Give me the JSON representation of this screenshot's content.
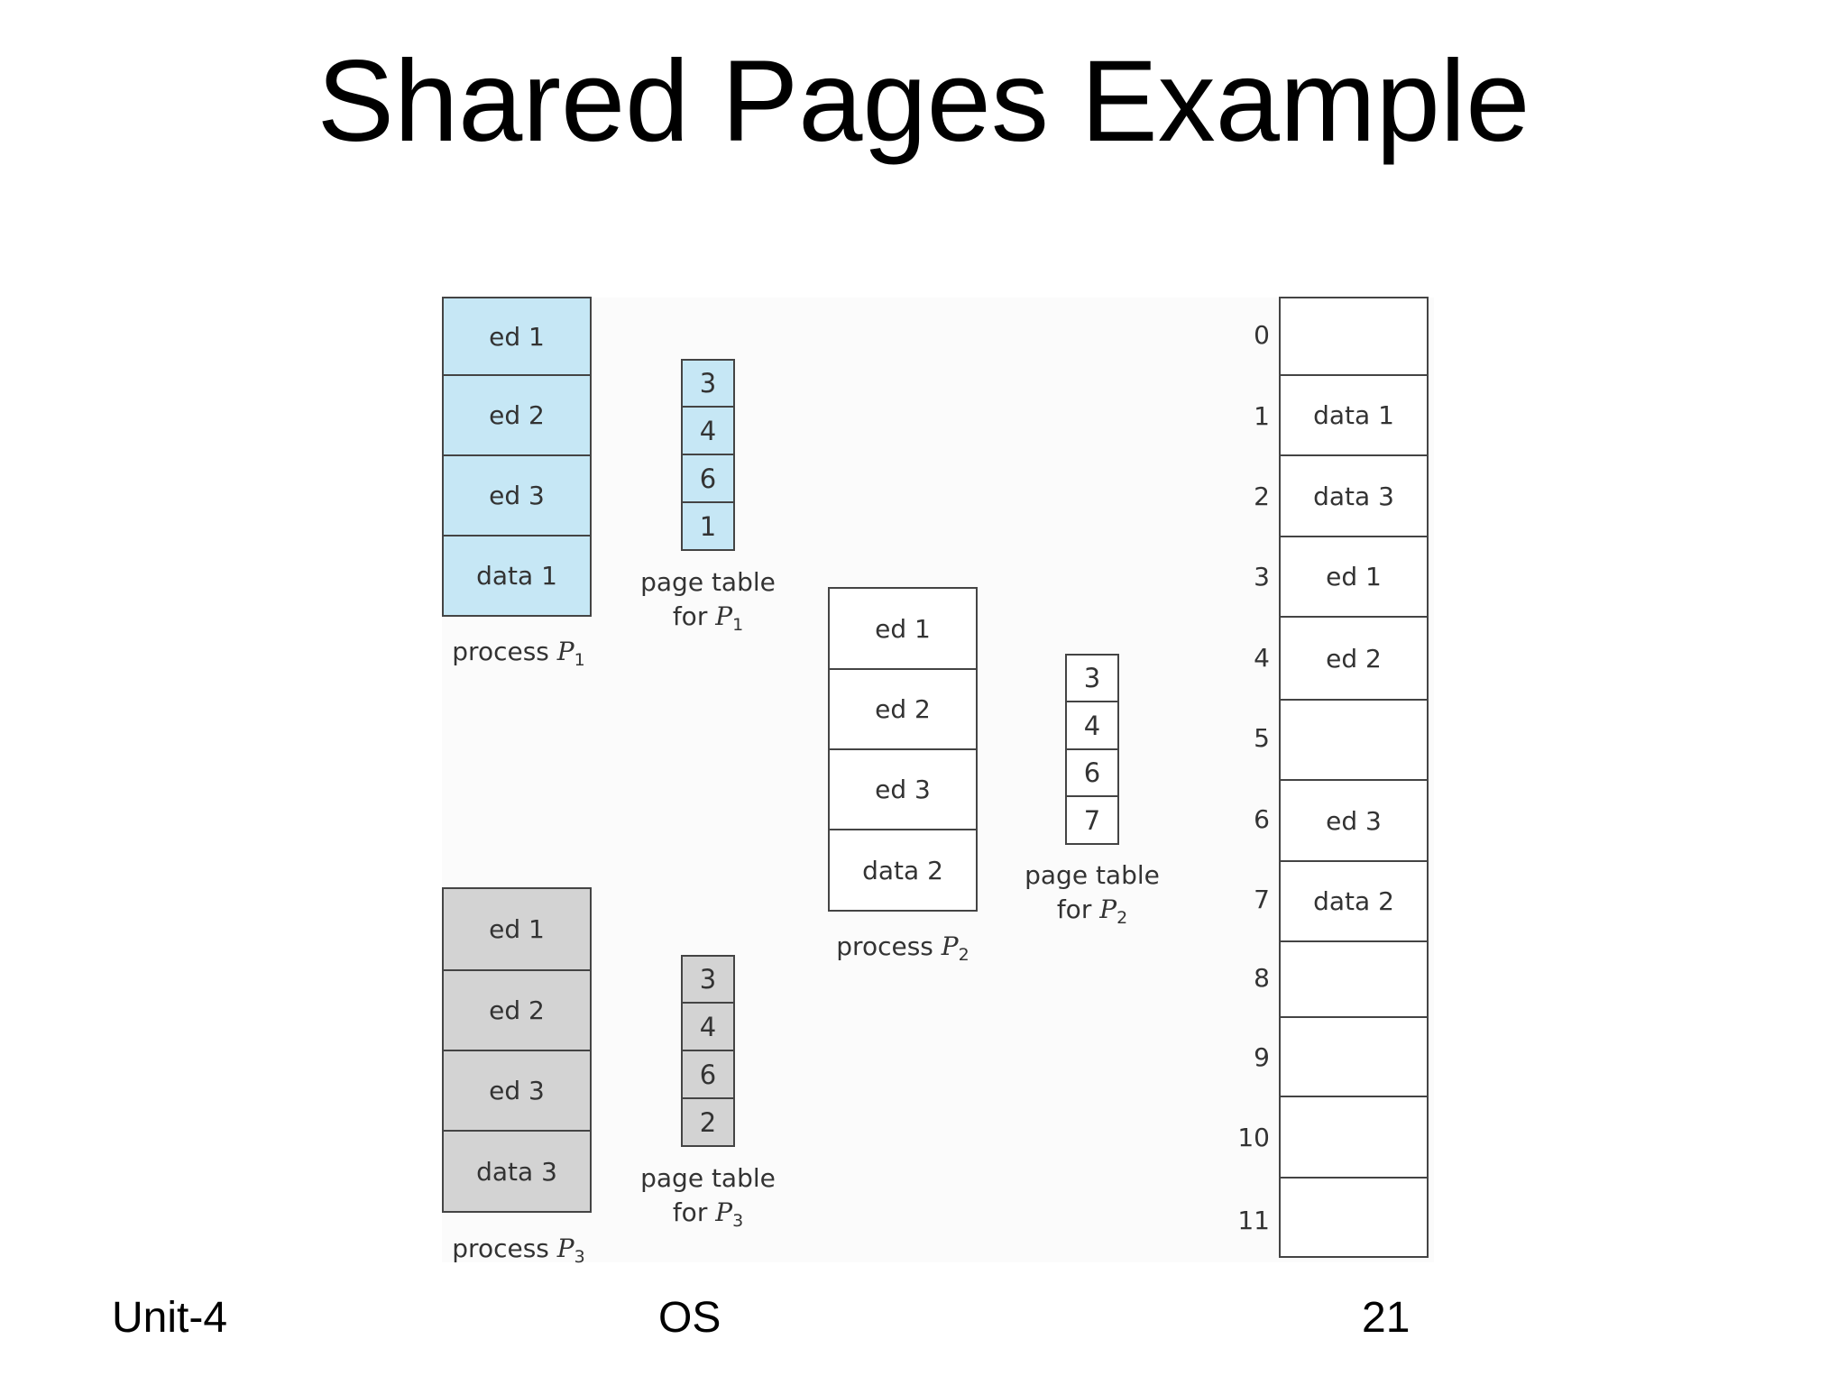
{
  "slide": {
    "title": "Shared Pages Example",
    "footer_left": "Unit-4",
    "footer_center": "OS",
    "footer_right": "21"
  },
  "diagram": {
    "process_p1": {
      "pages": [
        "ed 1",
        "ed 2",
        "ed 3",
        "data 1"
      ],
      "caption_prefix": "process ",
      "caption_var": "P",
      "caption_sub": "1",
      "fill_color": "#c6e7f5"
    },
    "page_table_p1": {
      "entries": [
        "3",
        "4",
        "6",
        "1"
      ],
      "caption_line1": "page table",
      "caption_prefix": "for ",
      "caption_var": "P",
      "caption_sub": "1"
    },
    "process_p2": {
      "pages": [
        "ed 1",
        "ed 2",
        "ed 3",
        "data 2"
      ],
      "caption_prefix": "process ",
      "caption_var": "P",
      "caption_sub": "2",
      "fill_color": "#ffffff"
    },
    "page_table_p2": {
      "entries": [
        "3",
        "4",
        "6",
        "7"
      ],
      "caption_line1": "page table",
      "caption_prefix": "for ",
      "caption_var": "P",
      "caption_sub": "2"
    },
    "process_p3": {
      "pages": [
        "ed 1",
        "ed 2",
        "ed 3",
        "data 3"
      ],
      "caption_prefix": "process ",
      "caption_var": "P",
      "caption_sub": "3",
      "fill_color": "#d3d3d3"
    },
    "page_table_p3": {
      "entries": [
        "3",
        "4",
        "6",
        "2"
      ],
      "caption_line1": "page table",
      "caption_prefix": "for ",
      "caption_var": "P",
      "caption_sub": "3"
    },
    "physical_memory": {
      "frames": [
        {
          "num": "0",
          "label": ""
        },
        {
          "num": "1",
          "label": "data 1"
        },
        {
          "num": "2",
          "label": "data 3"
        },
        {
          "num": "3",
          "label": "ed 1"
        },
        {
          "num": "4",
          "label": "ed 2"
        },
        {
          "num": "5",
          "label": ""
        },
        {
          "num": "6",
          "label": "ed 3"
        },
        {
          "num": "7",
          "label": "data 2"
        },
        {
          "num": "8",
          "label": ""
        },
        {
          "num": "9",
          "label": ""
        },
        {
          "num": "10",
          "label": ""
        },
        {
          "num": "11",
          "label": ""
        }
      ]
    }
  }
}
